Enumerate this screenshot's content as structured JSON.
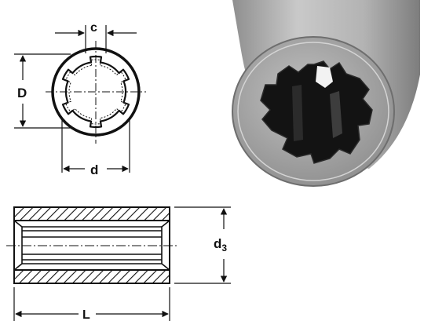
{
  "labels": {
    "c": "c",
    "D": "D",
    "d": "d",
    "d3": "d",
    "d3_sub": "3",
    "L": "L"
  },
  "photo": {
    "outer_color": "#b9b9b9",
    "face_color": "#a9a9a9",
    "bore_color": "#111111"
  }
}
